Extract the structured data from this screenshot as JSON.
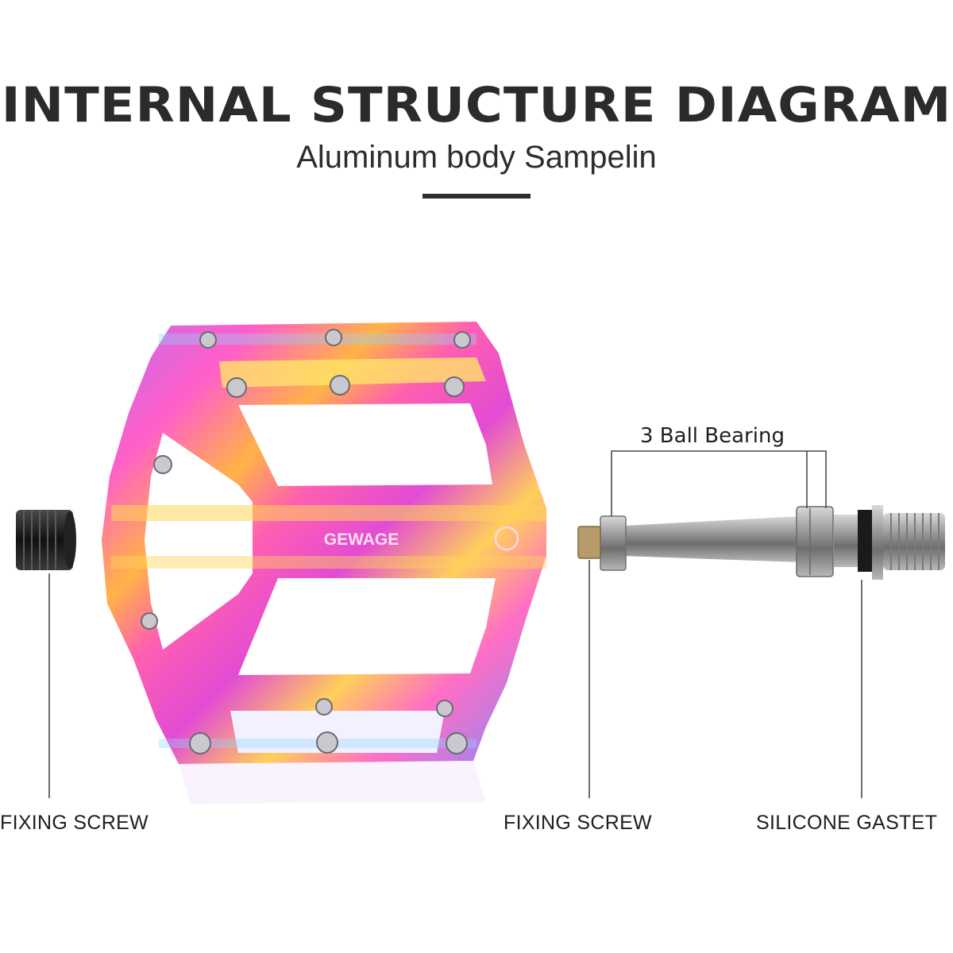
{
  "header": {
    "title": "INTERNAL STRUCTURE DIAGRAM",
    "subtitle": "Aluminum body Sampelin"
  },
  "pedal": {
    "brand": "GEWAGE"
  },
  "callouts": {
    "bearing": "3 Ball Bearing",
    "left_screw": "FIXING SCREW",
    "axle_screw": "FIXING SCREW",
    "gasket": "SILICONE GASTET"
  },
  "colors": {
    "text": "#2b2b2b",
    "oil_slick": [
      "#e040c8",
      "#ff9a3c",
      "#f7e04a",
      "#4fc3f7",
      "#b06cff"
    ]
  }
}
